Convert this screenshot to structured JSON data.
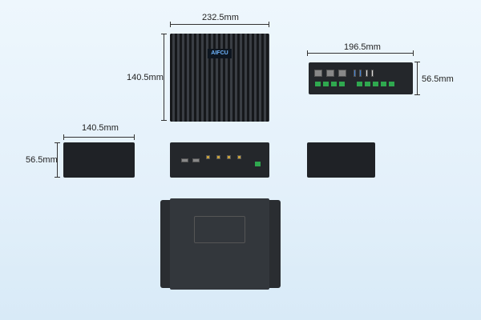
{
  "top_view": {
    "width_label": "232.5mm",
    "height_label": "140.5mm",
    "logo": "AIFCU"
  },
  "front_view": {
    "width_label": "196.5mm",
    "height_label": "56.5mm"
  },
  "side_view": {
    "width_label": "140.5mm",
    "height_label": "56.5mm"
  },
  "colors": {
    "background": "#e3f0fa",
    "device": "#24272b",
    "terminal": "#2fa84f"
  }
}
